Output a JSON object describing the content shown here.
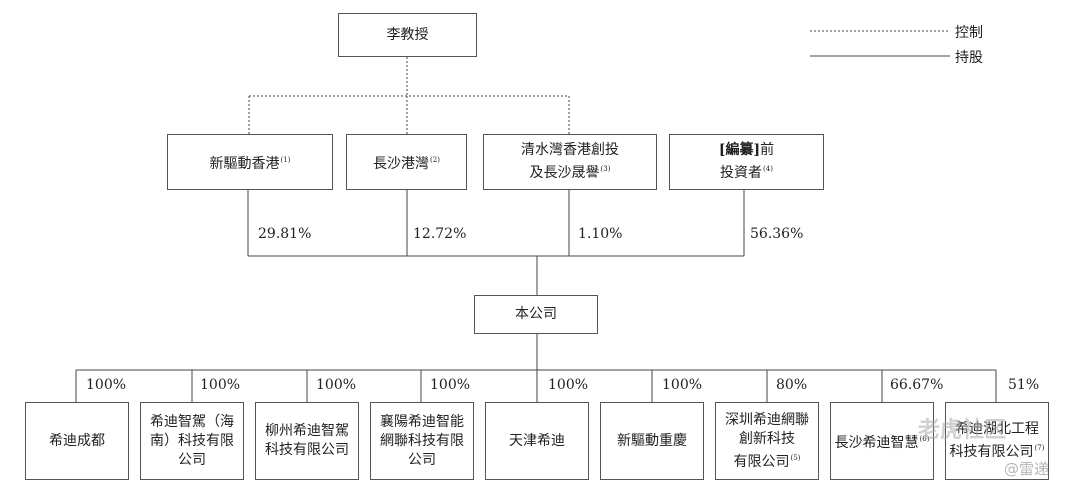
{
  "legend": {
    "control_label": "控制",
    "holding_label": "持股"
  },
  "top_person": "李教授",
  "shareholders": [
    {
      "line1": "新驅動香港",
      "note": "(1)",
      "percent": "29.81%"
    },
    {
      "line1": "長沙港灣",
      "note": "(2)",
      "percent": "12.72%"
    },
    {
      "line1": "清水灣香港創投",
      "line2": "及長沙晟譽",
      "note": "(3)",
      "percent": "1.10%"
    },
    {
      "line1_bold": "[編纂]",
      "line1_rest": "前",
      "line2": "投資者",
      "note": "(4)",
      "percent": "56.36%"
    }
  ],
  "company": "本公司",
  "subsidiaries": [
    {
      "lines": [
        "希迪成都"
      ],
      "note": "",
      "percent": "100%"
    },
    {
      "lines": [
        "希迪智駕（海",
        "南）科技有限",
        "公司"
      ],
      "note": "",
      "percent": "100%"
    },
    {
      "lines": [
        "柳州希迪智駕",
        "科技有限公司"
      ],
      "note": "",
      "percent": "100%"
    },
    {
      "lines": [
        "襄陽希迪智能",
        "網聯科技有限",
        "公司"
      ],
      "note": "",
      "percent": "100%"
    },
    {
      "lines": [
        "天津希迪"
      ],
      "note": "",
      "percent": "100%"
    },
    {
      "lines": [
        "新驅動重慶"
      ],
      "note": "",
      "percent": "100%"
    },
    {
      "lines": [
        "深圳希迪網聯",
        "創新科技",
        "有限公司"
      ],
      "note": "(5)",
      "percent": "80%"
    },
    {
      "lines": [
        "長沙希迪智慧"
      ],
      "note": "(6)",
      "percent": "66.67%"
    },
    {
      "lines": [
        "希迪湖北工程",
        "科技有限公司"
      ],
      "note": "(7)",
      "percent": "51%"
    }
  ],
  "watermark": {
    "text1": "老虎社区",
    "text2": "@雷递"
  }
}
